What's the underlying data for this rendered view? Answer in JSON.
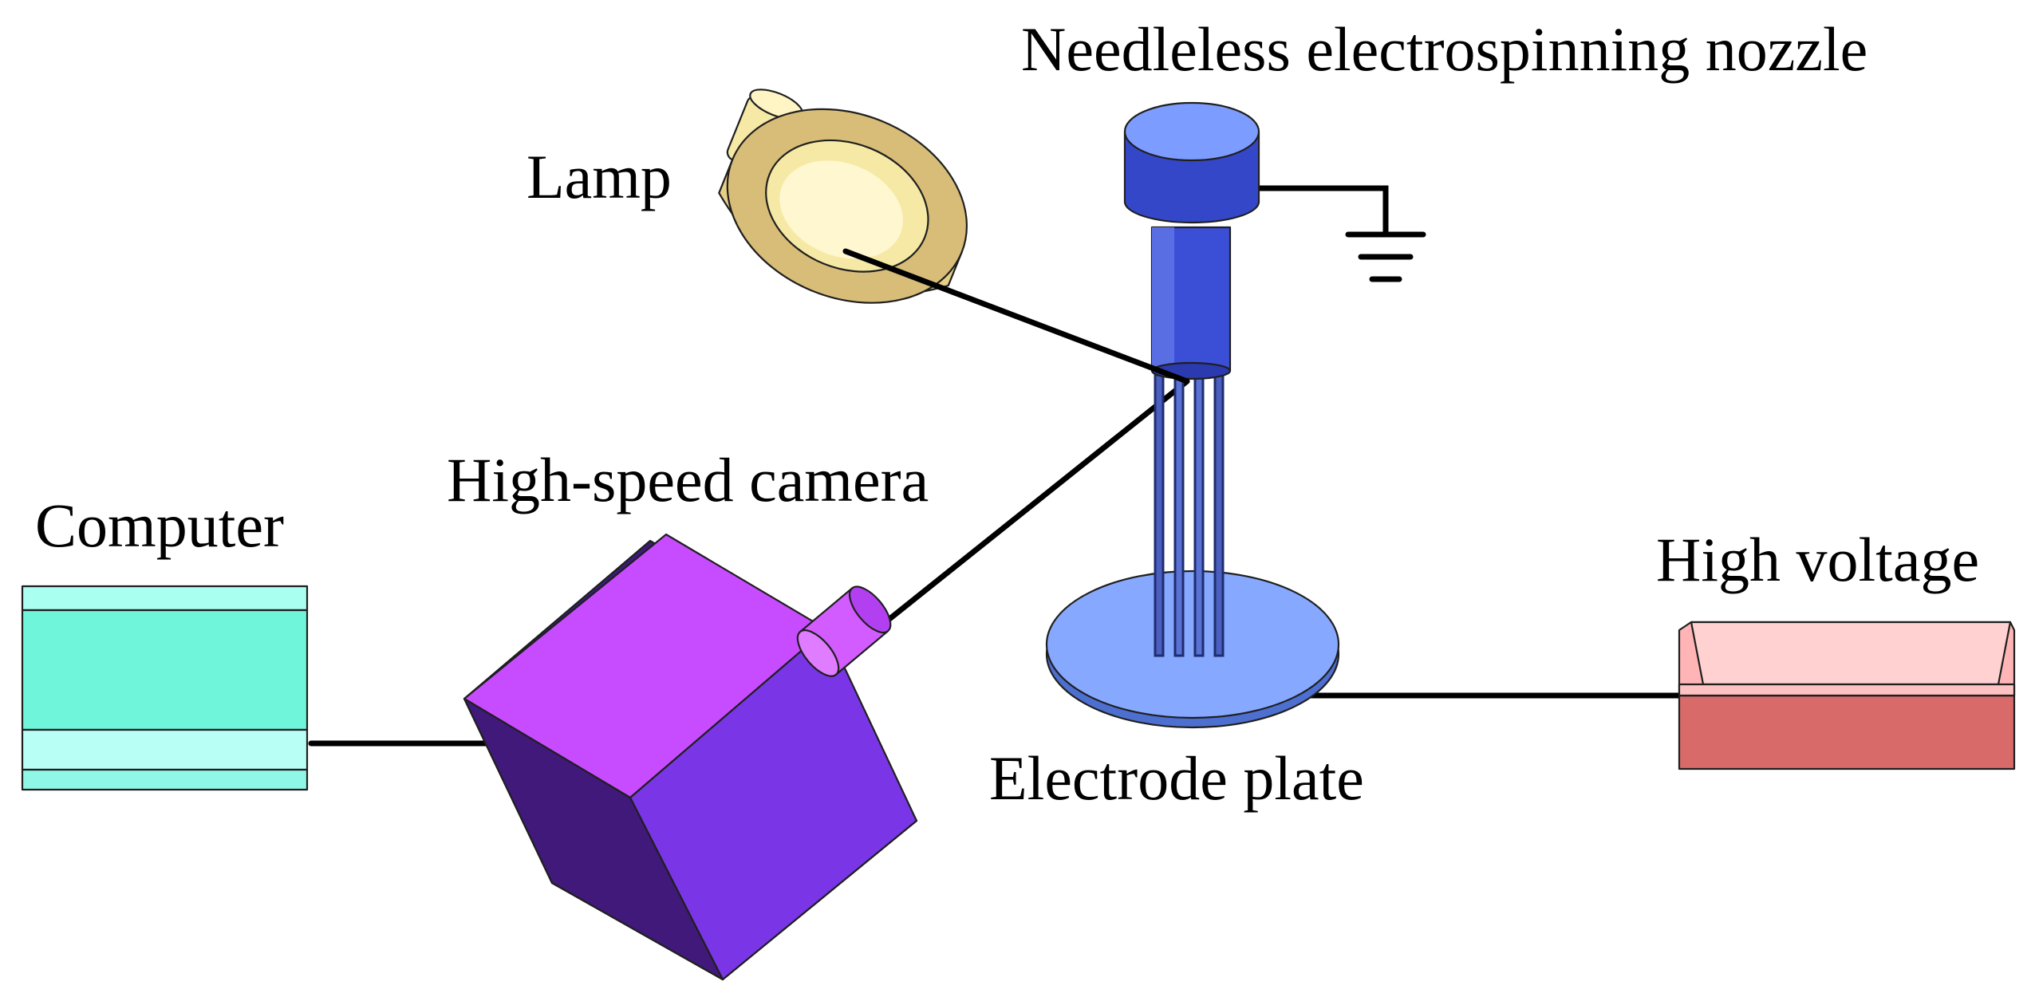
{
  "labels": {
    "nozzle": "Needleless electrospinning nozzle",
    "lamp": "Lamp",
    "camera": "High-speed camera",
    "computer": "Computer",
    "high_voltage": "High voltage",
    "electrode": "Electrode plate"
  },
  "colors": {
    "nozzle_blue": "#3a4fd6",
    "plate_blue": "#86a8ff",
    "lamp_cream": "#f6e9a6",
    "lamp_rim": "#d8bd78",
    "camera_purple": "#7a36e6",
    "camera_light": "#c84cff",
    "computer_teal": "#6ff6da",
    "power_red": "#d96a6a",
    "power_pink": "#ffb5b5"
  },
  "icons": [
    "ground-icon"
  ]
}
